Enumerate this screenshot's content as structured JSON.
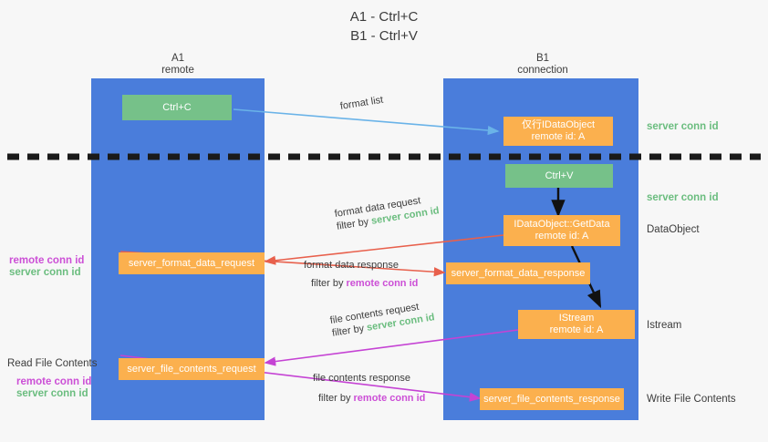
{
  "title": {
    "line1": "A1 - Ctrl+C",
    "line2": "B1 - Ctrl+V"
  },
  "colors": {
    "lane": "#4a7ddb",
    "green_box": "#76c189",
    "orange_box": "#fbb04e",
    "server_conn_text": "#6bbd7f",
    "remote_conn_text": "#cc4fd6",
    "divider": "#1a1a1a",
    "background": "#f7f7f7"
  },
  "lanes": [
    {
      "id": "a1",
      "title": "A1",
      "subtitle": "remote"
    },
    {
      "id": "b1",
      "title": "B1",
      "subtitle": "connection"
    }
  ],
  "nodes": [
    {
      "id": "ctrl-c",
      "line1": "Ctrl+C",
      "line2": "",
      "color": "green"
    },
    {
      "id": "idataobject-top",
      "line1": "仅行IDataObject",
      "line2": "remote id: A",
      "color": "orange"
    },
    {
      "id": "ctrl-v",
      "line1": "Ctrl+V",
      "line2": "",
      "color": "green"
    },
    {
      "id": "idataobject-getdata",
      "line1": "IDataObject::GetData",
      "line2": "remote id: A",
      "color": "orange"
    },
    {
      "id": "server-format-data-request",
      "line1": "server_format_data_request",
      "line2": "",
      "color": "orange"
    },
    {
      "id": "server-format-data-response",
      "line1": "server_format_data_response",
      "line2": "",
      "color": "orange"
    },
    {
      "id": "istream",
      "line1": "IStream",
      "line2": "remote id: A",
      "color": "orange"
    },
    {
      "id": "server-file-contents-request",
      "line1": "server_file_contents_request",
      "line2": "",
      "color": "orange"
    },
    {
      "id": "server-file-contents-response",
      "line1": "server_file_contents_response",
      "line2": "",
      "color": "orange"
    }
  ],
  "edge_labels": [
    {
      "id": "format-list",
      "text": "format list",
      "filter_prefix": "",
      "filter_value": "",
      "filter_kind": ""
    },
    {
      "id": "format-data-request",
      "text": "format data request",
      "filter_prefix": "filter by ",
      "filter_value": "server conn id",
      "filter_kind": "green"
    },
    {
      "id": "format-data-response",
      "text": "format data response",
      "filter_prefix": "filter by ",
      "filter_value": "remote conn id",
      "filter_kind": "magenta"
    },
    {
      "id": "file-contents-request",
      "text": "file contents request",
      "filter_prefix": "filter by ",
      "filter_value": "server conn id",
      "filter_kind": "green"
    },
    {
      "id": "file-contents-response",
      "text": "file contents response",
      "filter_prefix": "filter by ",
      "filter_value": "remote conn id",
      "filter_kind": "magenta"
    }
  ],
  "annotations": {
    "right": [
      {
        "id": "right-server-conn-1",
        "text": "server conn id",
        "style": "green"
      },
      {
        "id": "right-server-conn-2",
        "text": "server conn id",
        "style": "green"
      },
      {
        "id": "right-dataobject",
        "text": "DataObject",
        "style": "plain"
      },
      {
        "id": "right-istream",
        "text": "Istream",
        "style": "plain"
      },
      {
        "id": "right-write-file",
        "text": "Write File Contents",
        "style": "plain"
      }
    ],
    "left": [
      {
        "id": "left-remote-conn-1",
        "text": "remote conn id",
        "style": "magenta"
      },
      {
        "id": "left-server-conn-1",
        "text": "server conn id",
        "style": "green"
      },
      {
        "id": "left-read-file",
        "text": "Read File Contents",
        "style": "plain"
      },
      {
        "id": "left-remote-conn-2",
        "text": "remote conn id",
        "style": "magenta"
      },
      {
        "id": "left-server-conn-2",
        "text": "server conn id",
        "style": "green"
      }
    ]
  }
}
